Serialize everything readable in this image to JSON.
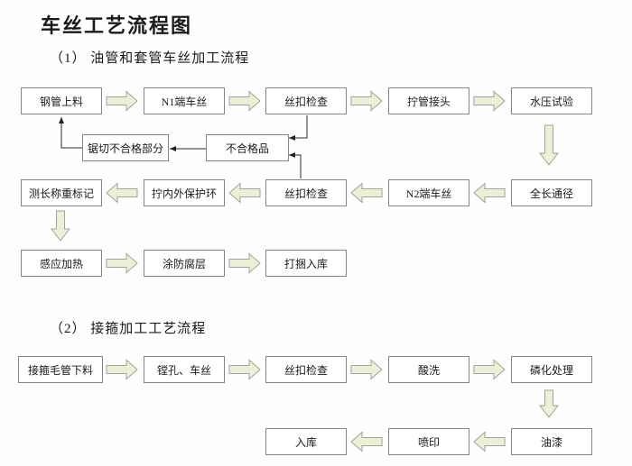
{
  "page": {
    "title": "车丝工艺流程图"
  },
  "sections": {
    "s1": {
      "heading": "（1） 油管和套管车丝加工流程",
      "nodes": {
        "pipe_loading": "钢管上料",
        "n1_threading": "N1端车丝",
        "thread_check_1": "丝扣检查",
        "tighten_coupling": "拧管接头",
        "hydro_test": "水压试验",
        "saw_defective_part": "锯切不合格部分",
        "defective_product": "不合格品",
        "full_length_drift": "全长通径",
        "n2_threading": "N2端车丝",
        "thread_check_2": "丝扣检查",
        "protector_rings": "拧内外保护环",
        "measure_weigh_mark": "测长称重标记",
        "induction_heating": "感应加热",
        "anticorrosive_coating": "涂防腐层",
        "bundle_storage": "打捆入库"
      }
    },
    "s2": {
      "heading": "（2） 接箍加工工艺流程",
      "nodes": {
        "coupling_blank_feed": "接箍毛管下料",
        "boring_threading": "镗孔、车丝",
        "thread_check_3": "丝扣检查",
        "pickling": "酸洗",
        "phosphating": "磷化处理",
        "paint": "油漆",
        "spray_print": "喷印",
        "storage": "入库"
      }
    }
  },
  "colors": {
    "flow_arrow_fill": "#edefd9",
    "flow_arrow_stroke": "#a3a396",
    "box_border": "#858585",
    "connector_line": "#2b2b2b",
    "background": "#fefefe"
  }
}
